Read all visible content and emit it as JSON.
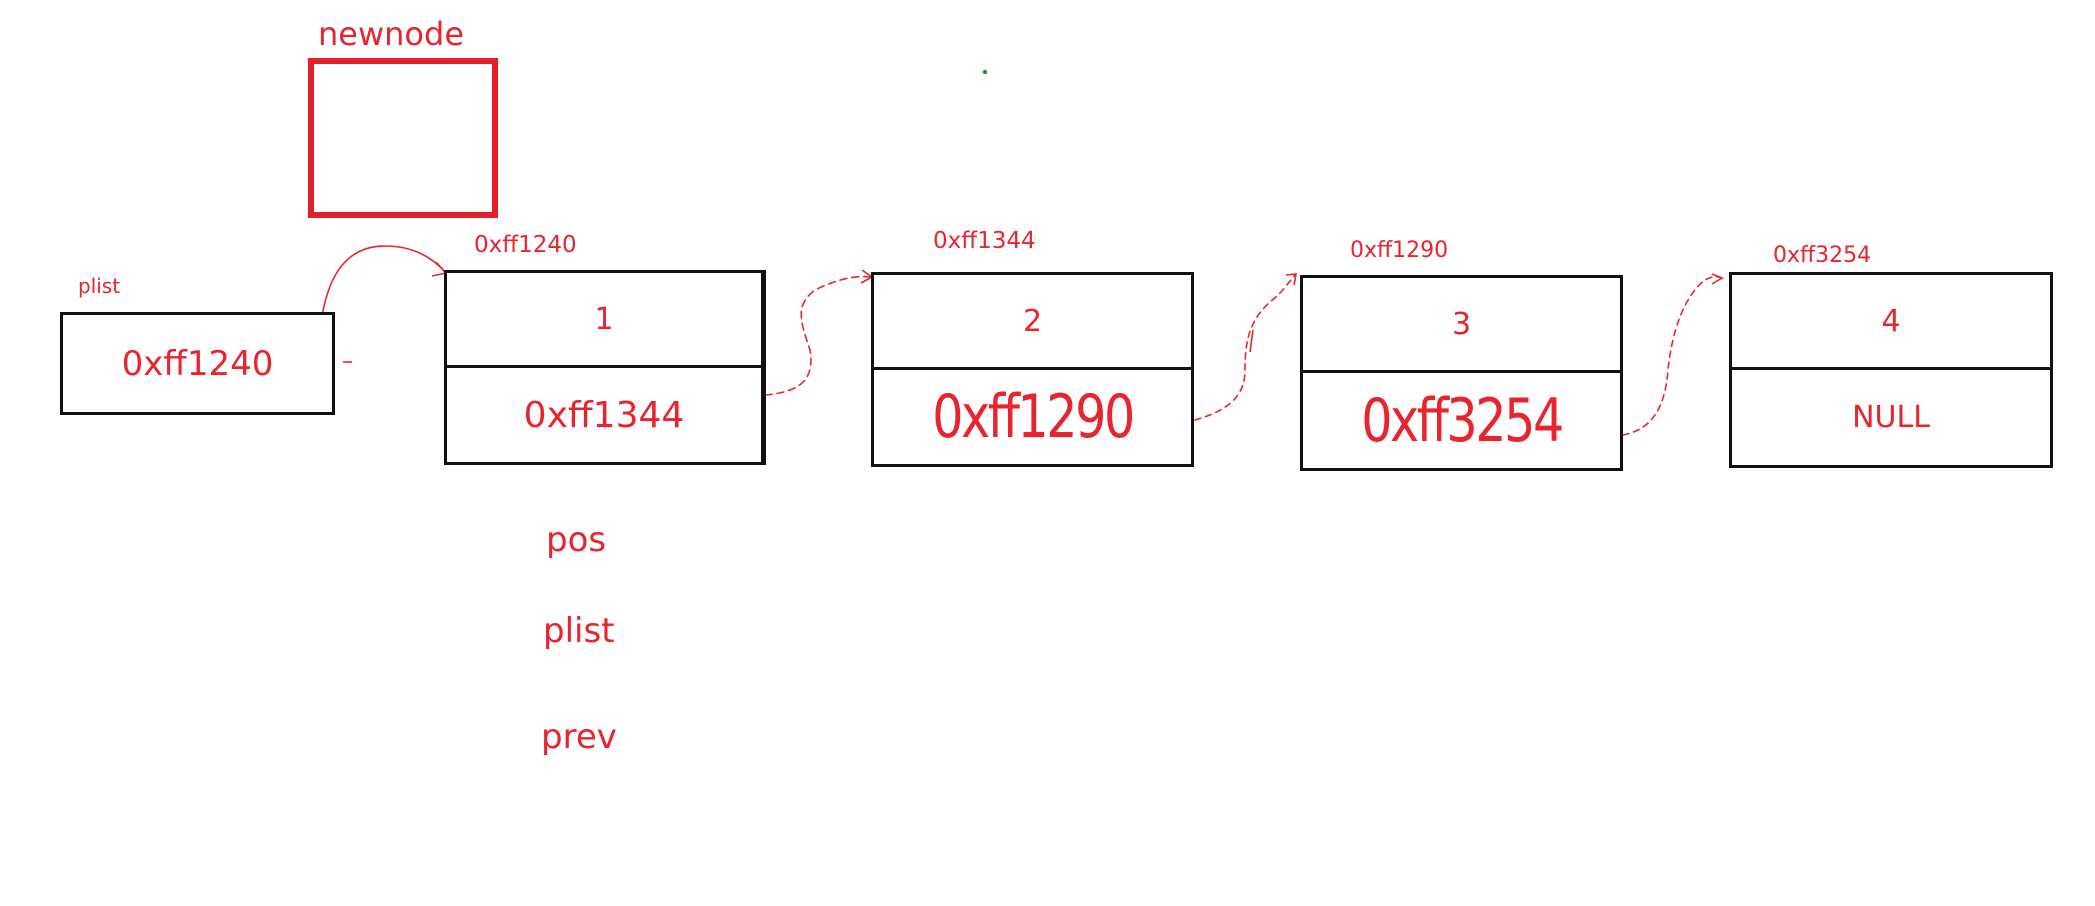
{
  "colors": {
    "annotation": "#e8242e",
    "new_node_border": "#e3202a",
    "box_border": "#111111",
    "marker": "#1f8f3a"
  },
  "newnode": {
    "label": "newnode"
  },
  "plist_box": {
    "label": "plist",
    "value": "0xff1240"
  },
  "nodes": [
    {
      "address": "0xff1240",
      "data": "1",
      "next": "0xff1344"
    },
    {
      "address": "0xff1344",
      "data": "2",
      "next": "0xff1290"
    },
    {
      "address": "0xff1290",
      "data": "3",
      "next": "0xff3254"
    },
    {
      "address": "0xff3254",
      "data": "4",
      "next": "NULL"
    }
  ],
  "pointers": {
    "pos": "pos",
    "plist": "plist",
    "prev": "prev"
  }
}
